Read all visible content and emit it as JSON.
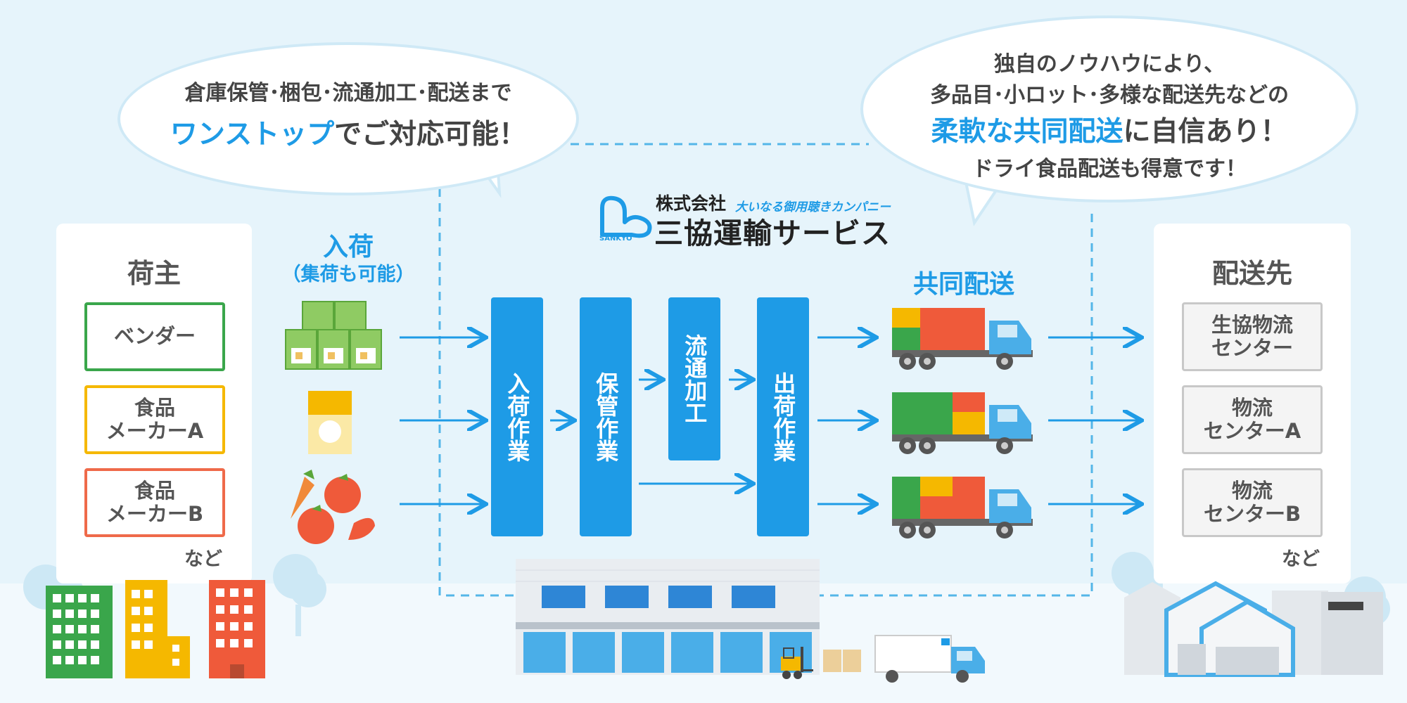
{
  "bubbles": {
    "left": {
      "line1": "倉庫保管･梱包･流通加工･配送まで",
      "highlight": "ワンストップ",
      "rest": "でご対応可能！"
    },
    "right": {
      "line1": "独自のノウハウにより、",
      "line2": "多品目･小ロット･多様な配送先などの",
      "highlight": "柔軟な共同配送",
      "rest": "に自信あり！",
      "line4": "ドライ食品配送も得意です！"
    }
  },
  "logo": {
    "kabushiki": "株式会社",
    "tagline": "大いなる御用聴きカンパニー",
    "name": "三協運輸サービス",
    "mark": "SANKYO"
  },
  "shipper": {
    "title": "荷主",
    "items": [
      "ベンダー",
      "食品\nメーカーA",
      "食品\nメーカーB"
    ],
    "etc": "など"
  },
  "inbound": {
    "title": "入荷",
    "subtitle": "（集荷も可能）"
  },
  "steps": [
    "入荷作業",
    "保管作業",
    "流通加工",
    "出荷作業"
  ],
  "joint": {
    "title": "共同配送"
  },
  "destination": {
    "title": "配送先",
    "items": [
      "生協物流\nセンター",
      "物流\nセンターA",
      "物流\nセンターB"
    ],
    "etc": "など"
  },
  "colors": {
    "accent": "#1e9be6",
    "green": "#3aa64b",
    "yellow": "#f5b800",
    "red": "#ef6a4a",
    "gray": "#c8c8c8"
  },
  "icons": [
    "product-boxes-icon",
    "milk-carton-icon",
    "vegetables-icon",
    "truck-icon",
    "building-icon",
    "warehouse-icon",
    "forklift-icon",
    "tree-icon"
  ]
}
